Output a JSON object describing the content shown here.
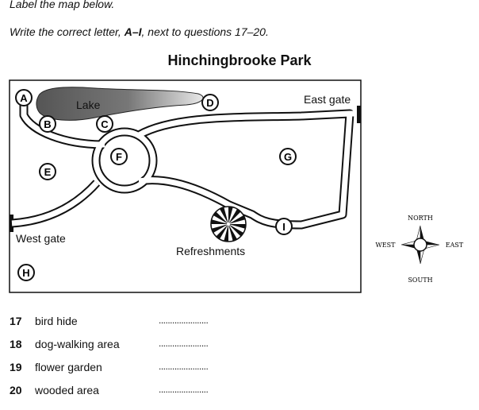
{
  "instructions": {
    "line1": "Label the map below.",
    "line2_prefix": "Write the correct letter, ",
    "line2_letters": "A–I",
    "line2_suffix": ", next to questions 17–20."
  },
  "map": {
    "title": "Hinchingbrooke Park",
    "labels": {
      "lake": "Lake",
      "east_gate": "East gate",
      "west_gate": "West gate",
      "refreshments": "Refreshments"
    },
    "markers": [
      "A",
      "B",
      "C",
      "D",
      "E",
      "F",
      "G",
      "H",
      "I"
    ]
  },
  "compass": {
    "north": "NORTH",
    "south": "SOUTH",
    "east": "EAST",
    "west": "WEST"
  },
  "questions": [
    {
      "number": "17",
      "text": "bird hide",
      "blank": "......................"
    },
    {
      "number": "18",
      "text": "dog-walking area",
      "blank": "......................"
    },
    {
      "number": "19",
      "text": "flower garden",
      "blank": "......................"
    },
    {
      "number": "20",
      "text": "wooded area",
      "blank": "......................"
    }
  ],
  "colors": {
    "ink": "#111111",
    "lake": "#6a6a6a",
    "background": "#ffffff"
  }
}
